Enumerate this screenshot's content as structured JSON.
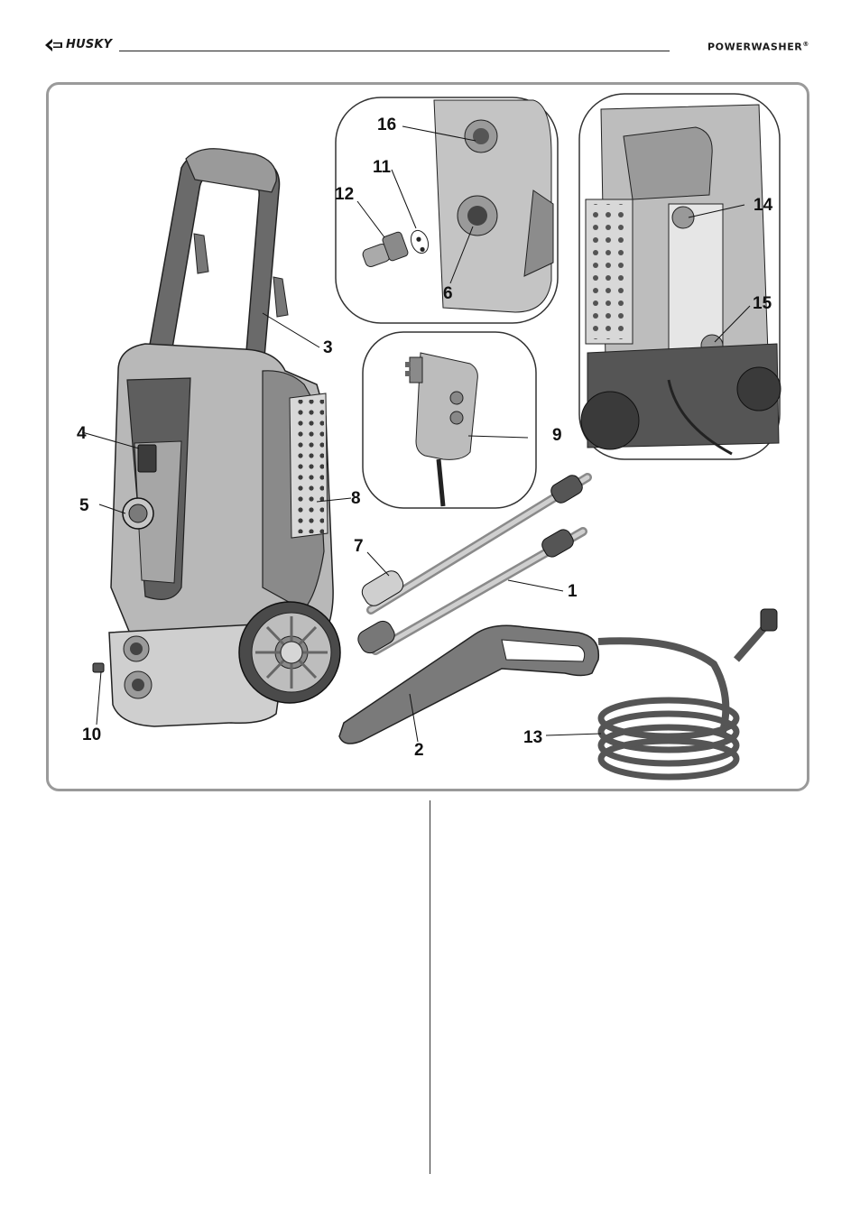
{
  "header": {
    "brand": "HUSKY",
    "product": "POWERWASHER",
    "registered": "®"
  },
  "callouts": [
    "1",
    "2",
    "3",
    "4",
    "5",
    "6",
    "7",
    "8",
    "9",
    "10",
    "11",
    "12",
    "13",
    "14",
    "15",
    "16"
  ],
  "icons": {
    "brand_logo": "husky-arrow-logo"
  }
}
